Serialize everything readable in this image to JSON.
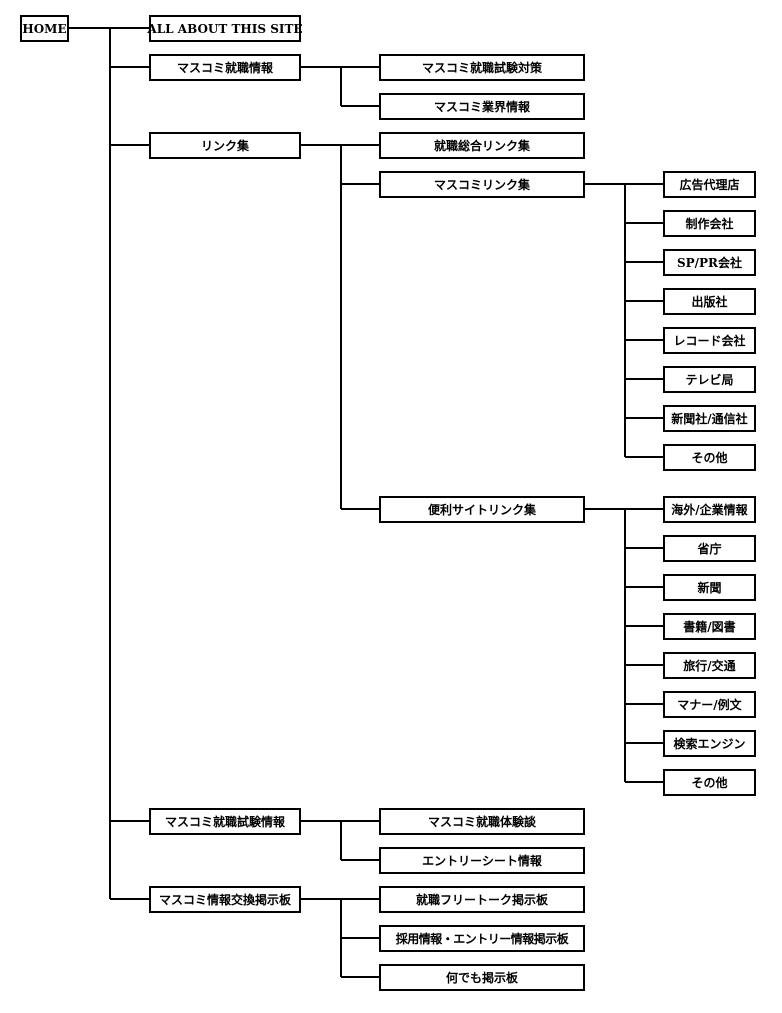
{
  "tree": {
    "home": "HOME",
    "all_about": "ALL ABOUT THIS SITE",
    "masscom_info": {
      "label": "マスコミ就職情報",
      "children": [
        "マスコミ就職試験対策",
        "マスコミ業界情報"
      ]
    },
    "links": {
      "label": "リンク集",
      "general": "就職総合リンク集",
      "masscom_links": {
        "label": "マスコミリンク集",
        "children": [
          "広告代理店",
          "制作会社",
          "SP/PR会社",
          "出版社",
          "レコード会社",
          "テレビ局",
          "新聞社/通信社",
          "その他"
        ]
      },
      "useful_links": {
        "label": "便利サイトリンク集",
        "children": [
          "海外/企業情報",
          "省庁",
          "新聞",
          "書籍/図書",
          "旅行/交通",
          "マナー/例文",
          "検索エンジン",
          "その他"
        ]
      }
    },
    "exam_info": {
      "label": "マスコミ就職試験情報",
      "children": [
        "マスコミ就職体験談",
        "エントリーシート情報"
      ]
    },
    "bbs": {
      "label": "マスコミ情報交換掲示板",
      "children": [
        "就職フリートーク掲示板",
        "採用情報・エントリー情報掲示板",
        "何でも掲示板"
      ]
    }
  }
}
